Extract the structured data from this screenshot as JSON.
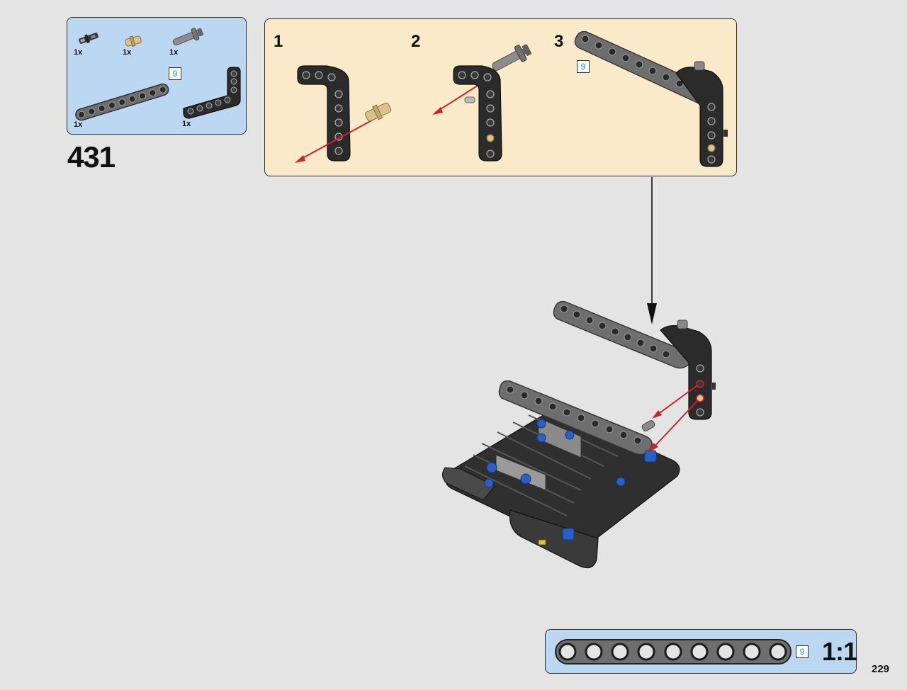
{
  "step": {
    "number": "431"
  },
  "page": {
    "number": "229"
  },
  "parts": [
    {
      "name": "technic-axle-pin",
      "qty": "1x"
    },
    {
      "name": "technic-bush-pin-tan",
      "qty": "1x"
    },
    {
      "name": "technic-pin-long-with-stop",
      "qty": "1x"
    },
    {
      "name": "technic-beam-9",
      "qty": "1x"
    },
    {
      "name": "technic-l-beam",
      "qty": "1x"
    }
  ],
  "parts_beam_length": "9",
  "substeps": [
    {
      "number": "1"
    },
    {
      "number": "2"
    },
    {
      "number": "3",
      "beam_length": "9"
    }
  ],
  "ruler": {
    "length": "9",
    "scale": "1:1"
  },
  "colors": {
    "parts_box": "#bcd7f1",
    "substep_box": "#fbeaca",
    "arrow_red": "#d0202a",
    "beam_dark": "#2c2c2c",
    "beam_gray": "#6e6e6e",
    "pin_blue": "#2a5fc4",
    "pin_tan": "#d9c38a"
  }
}
